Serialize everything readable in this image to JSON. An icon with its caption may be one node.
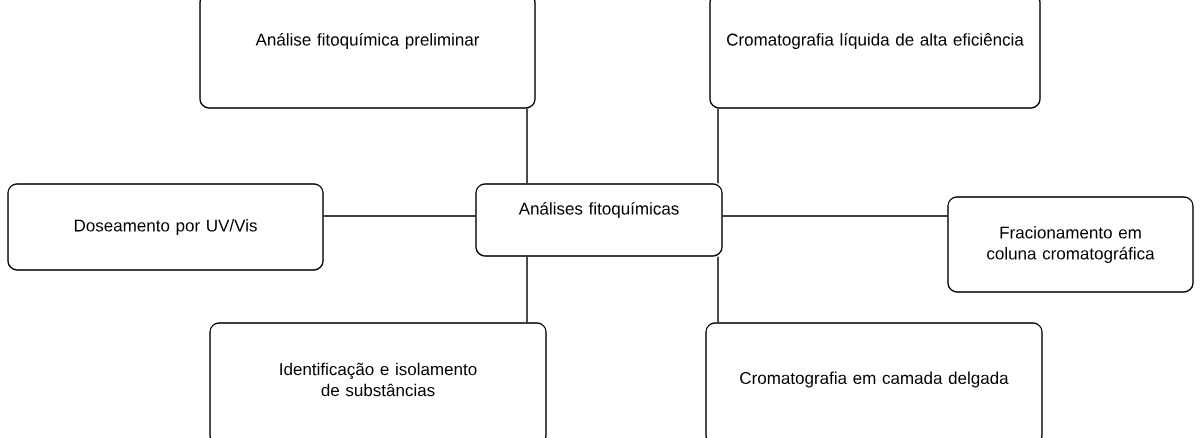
{
  "diagram": {
    "nodes": [
      {
        "text": [
          "Análises fitoquímicas"
        ]
      },
      {
        "text": [
          "Análise fitoquímica preliminar"
        ]
      },
      {
        "text": [
          "Cromatografia líquida de alta eficiência"
        ]
      },
      {
        "text": [
          "Doseamento por UV/Vis"
        ]
      },
      {
        "text": [
          "Fracionamento em coluna cromatográfica"
        ]
      },
      {
        "text": [
          "Identificação e isolamento de substâncias"
        ]
      },
      {
        "text": [
          "Cromatografia em camada delgada"
        ]
      }
    ],
    "edges": [
      {
        "from": 0,
        "to": 1,
        "arrow": "none"
      },
      {
        "from": 0,
        "to": 2,
        "arrow": "none"
      },
      {
        "from": 0,
        "to": 3,
        "arrow": "none"
      },
      {
        "from": 0,
        "to": 4,
        "arrow": "none"
      },
      {
        "from": 0,
        "to": 5,
        "arrow": "none"
      },
      {
        "from": 0,
        "to": 6,
        "arrow": "none"
      }
    ]
  }
}
